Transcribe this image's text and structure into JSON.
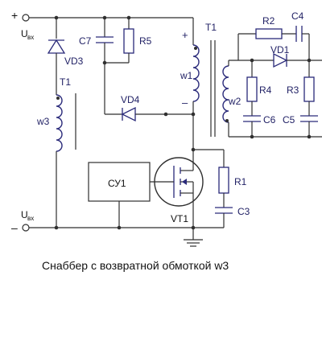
{
  "labels": {
    "uin_top": "U",
    "uin_top_sub": "вх",
    "uin_top_sign": "+",
    "uin_bot": "U",
    "uin_bot_sub": "вх",
    "uin_bot_sign": "–",
    "vd3": "VD3",
    "t1_left": "T1",
    "w3": "w3",
    "c7": "C7",
    "r5": "R5",
    "vd4": "VD4",
    "t1_top": "T1",
    "w1": "w1",
    "plus_mark": "+",
    "minus_mark": "–",
    "cy1": "СУ1",
    "vt1": "VT1",
    "r1": "R1",
    "c3": "C3",
    "r2": "R2",
    "c4": "C4",
    "vd1": "VD1",
    "r4": "R4",
    "r3": "R3",
    "w2": "w2",
    "c6": "C6",
    "c5": "C5"
  },
  "caption": "Снаббер с возвратной обмоткой    w3"
}
